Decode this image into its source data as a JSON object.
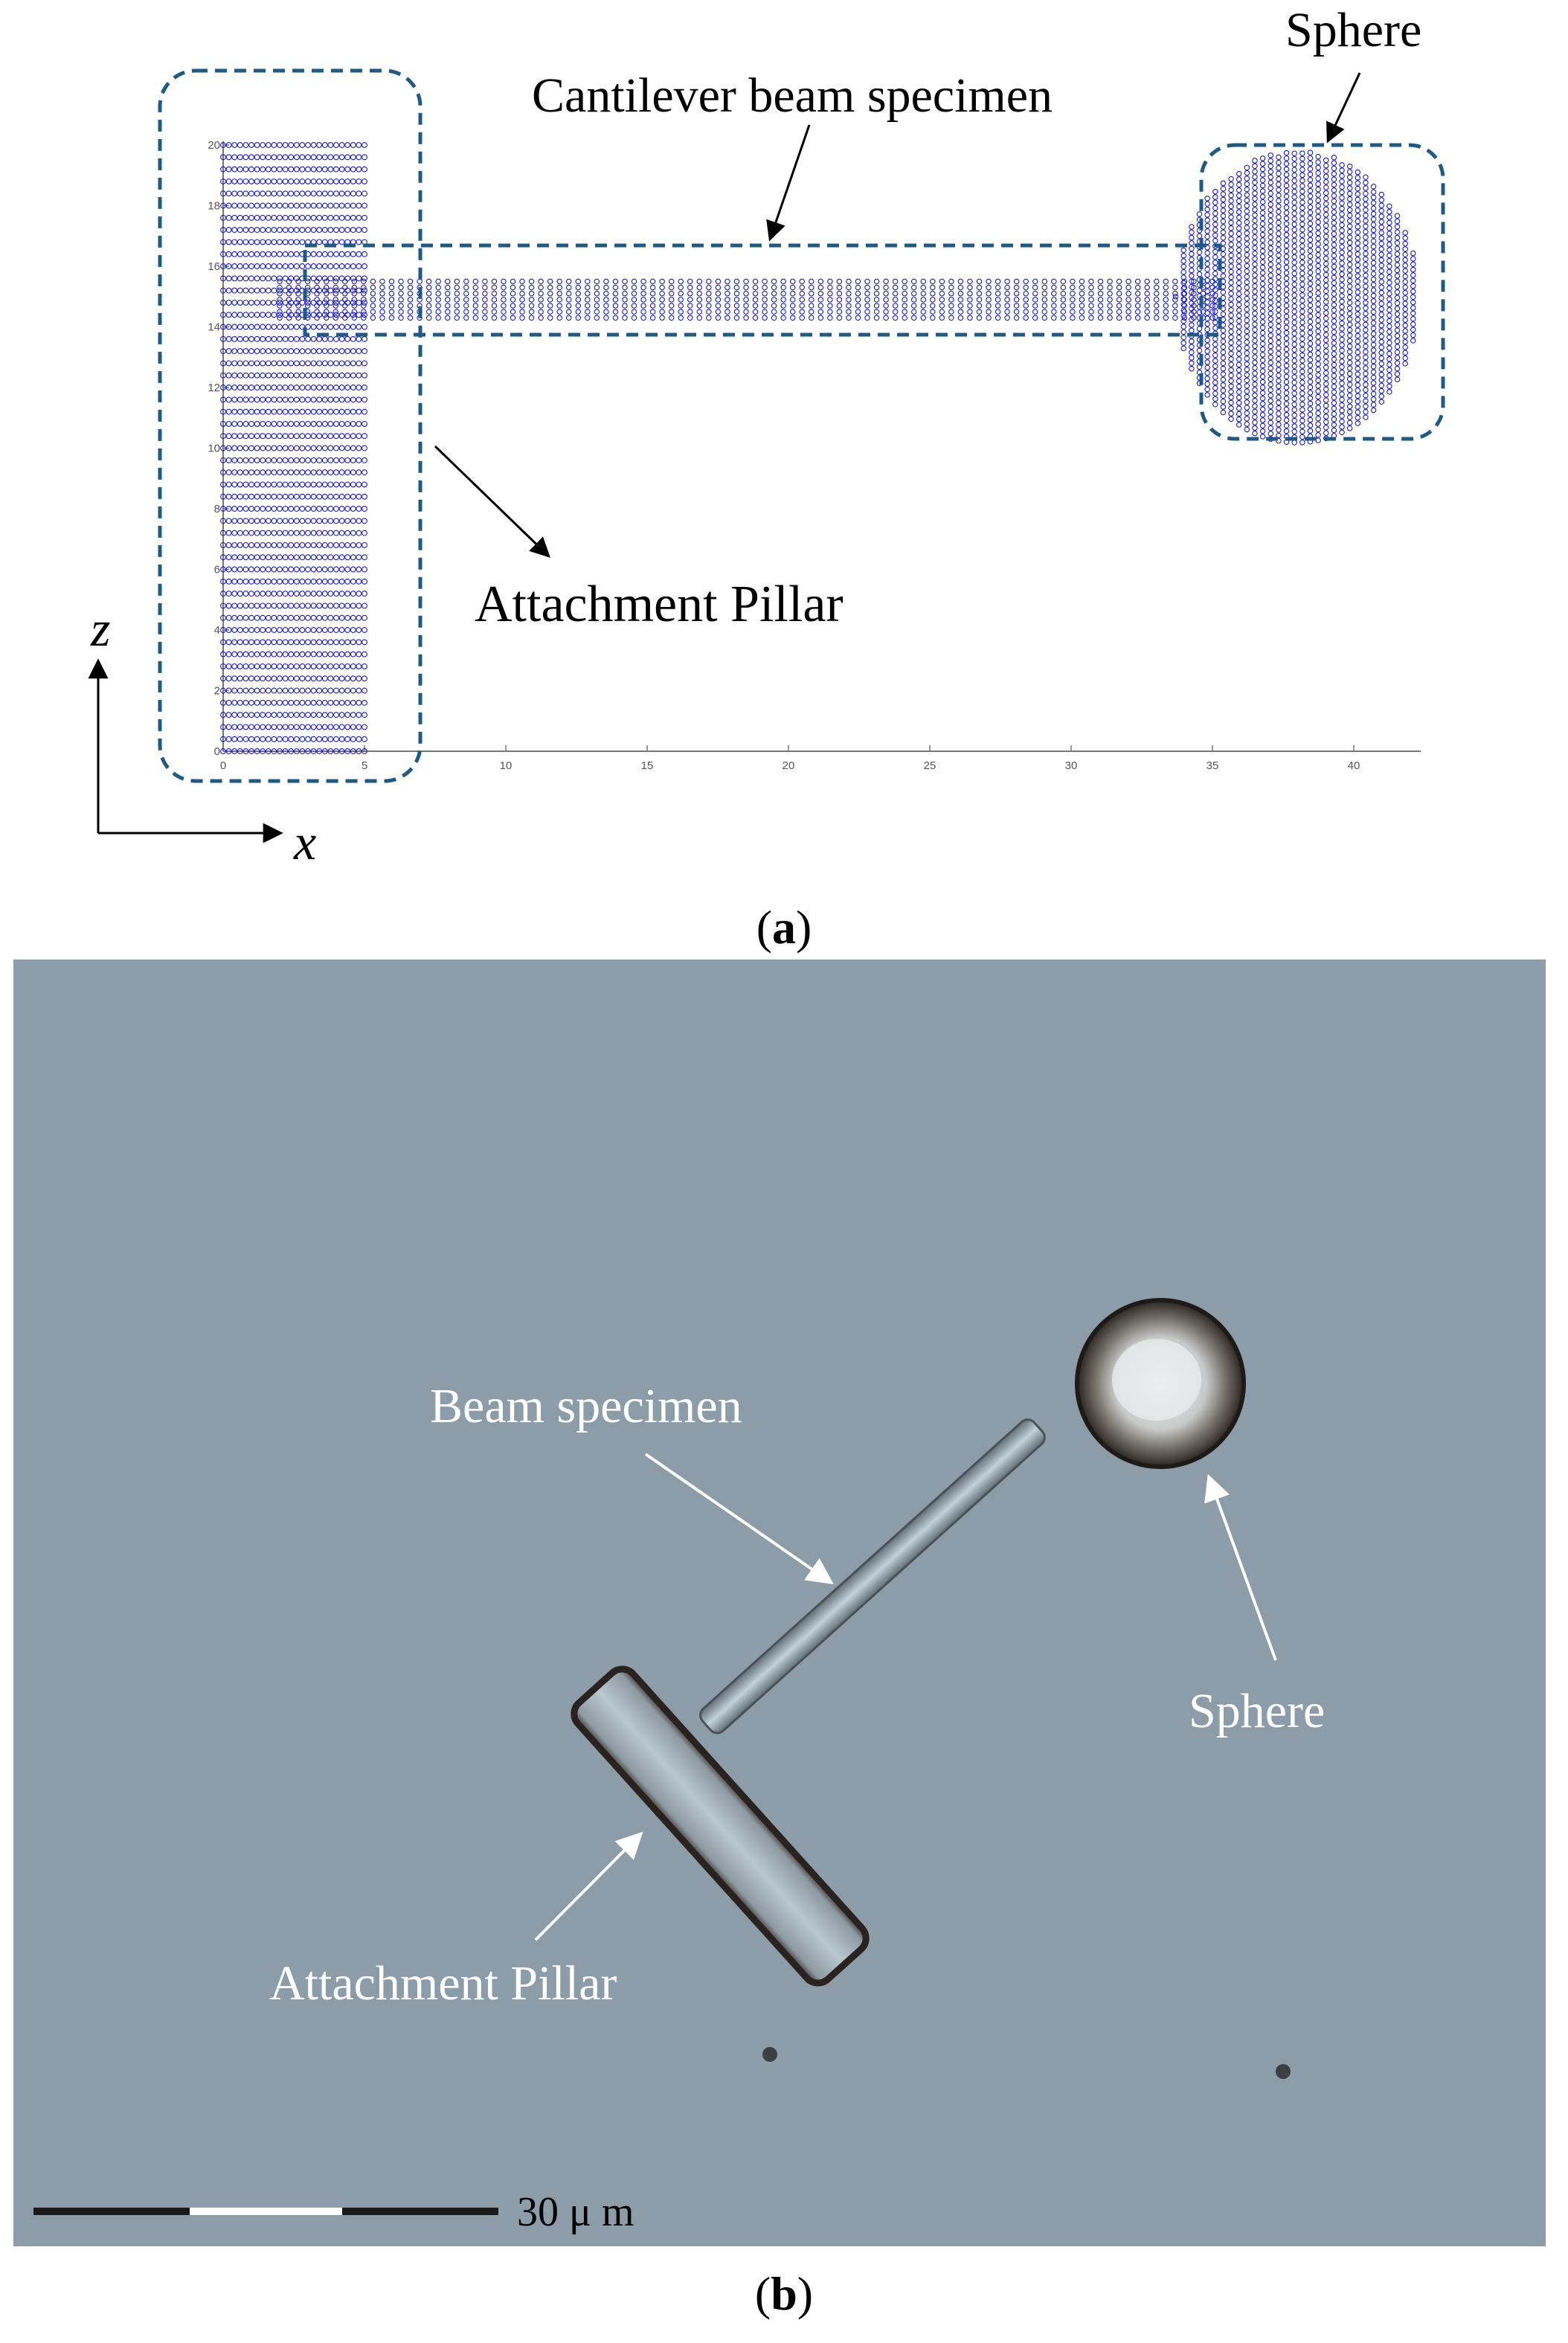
{
  "panel_a": {
    "caption": "(a)",
    "caption_open": "(",
    "caption_letter": "a",
    "caption_close": ")",
    "labels": {
      "cantilever": "Cantilever beam specimen",
      "sphere": "Sphere",
      "pillar": "Attachment Pillar",
      "z_axis": "z",
      "x_axis": "x"
    },
    "chart_data": {
      "type": "scatter",
      "xlim": [
        0,
        42
      ],
      "ylim": [
        0,
        20
      ],
      "x_ticks": [
        "0",
        "5",
        "10",
        "15",
        "20",
        "25",
        "30",
        "35",
        "40"
      ],
      "y_ticks": [
        "0",
        "2",
        "4",
        "6",
        "8",
        "10",
        "12",
        "14",
        "16",
        "18",
        "20"
      ],
      "marker_color": "#1a1adb",
      "regions": [
        {
          "name": "Attachment Pillar",
          "x_range": [
            0,
            5
          ],
          "z_range": [
            0,
            20
          ]
        },
        {
          "name": "Cantilever beam specimen",
          "x_range": [
            2,
            35
          ],
          "z_range": [
            14.3,
            15.5
          ]
        },
        {
          "name": "Sphere",
          "center": [
            38,
            15
          ],
          "radius": 4.3
        }
      ]
    },
    "box_color": "#1f5a85"
  },
  "panel_b": {
    "caption": "(b)",
    "caption_open": "(",
    "caption_letter": "b",
    "caption_close": ")",
    "labels": {
      "beam": "Beam specimen",
      "sphere": "Sphere",
      "pillar": "Attachment Pillar"
    },
    "scale_bar": "30 μ m",
    "background_color": "#8c9ca8"
  }
}
